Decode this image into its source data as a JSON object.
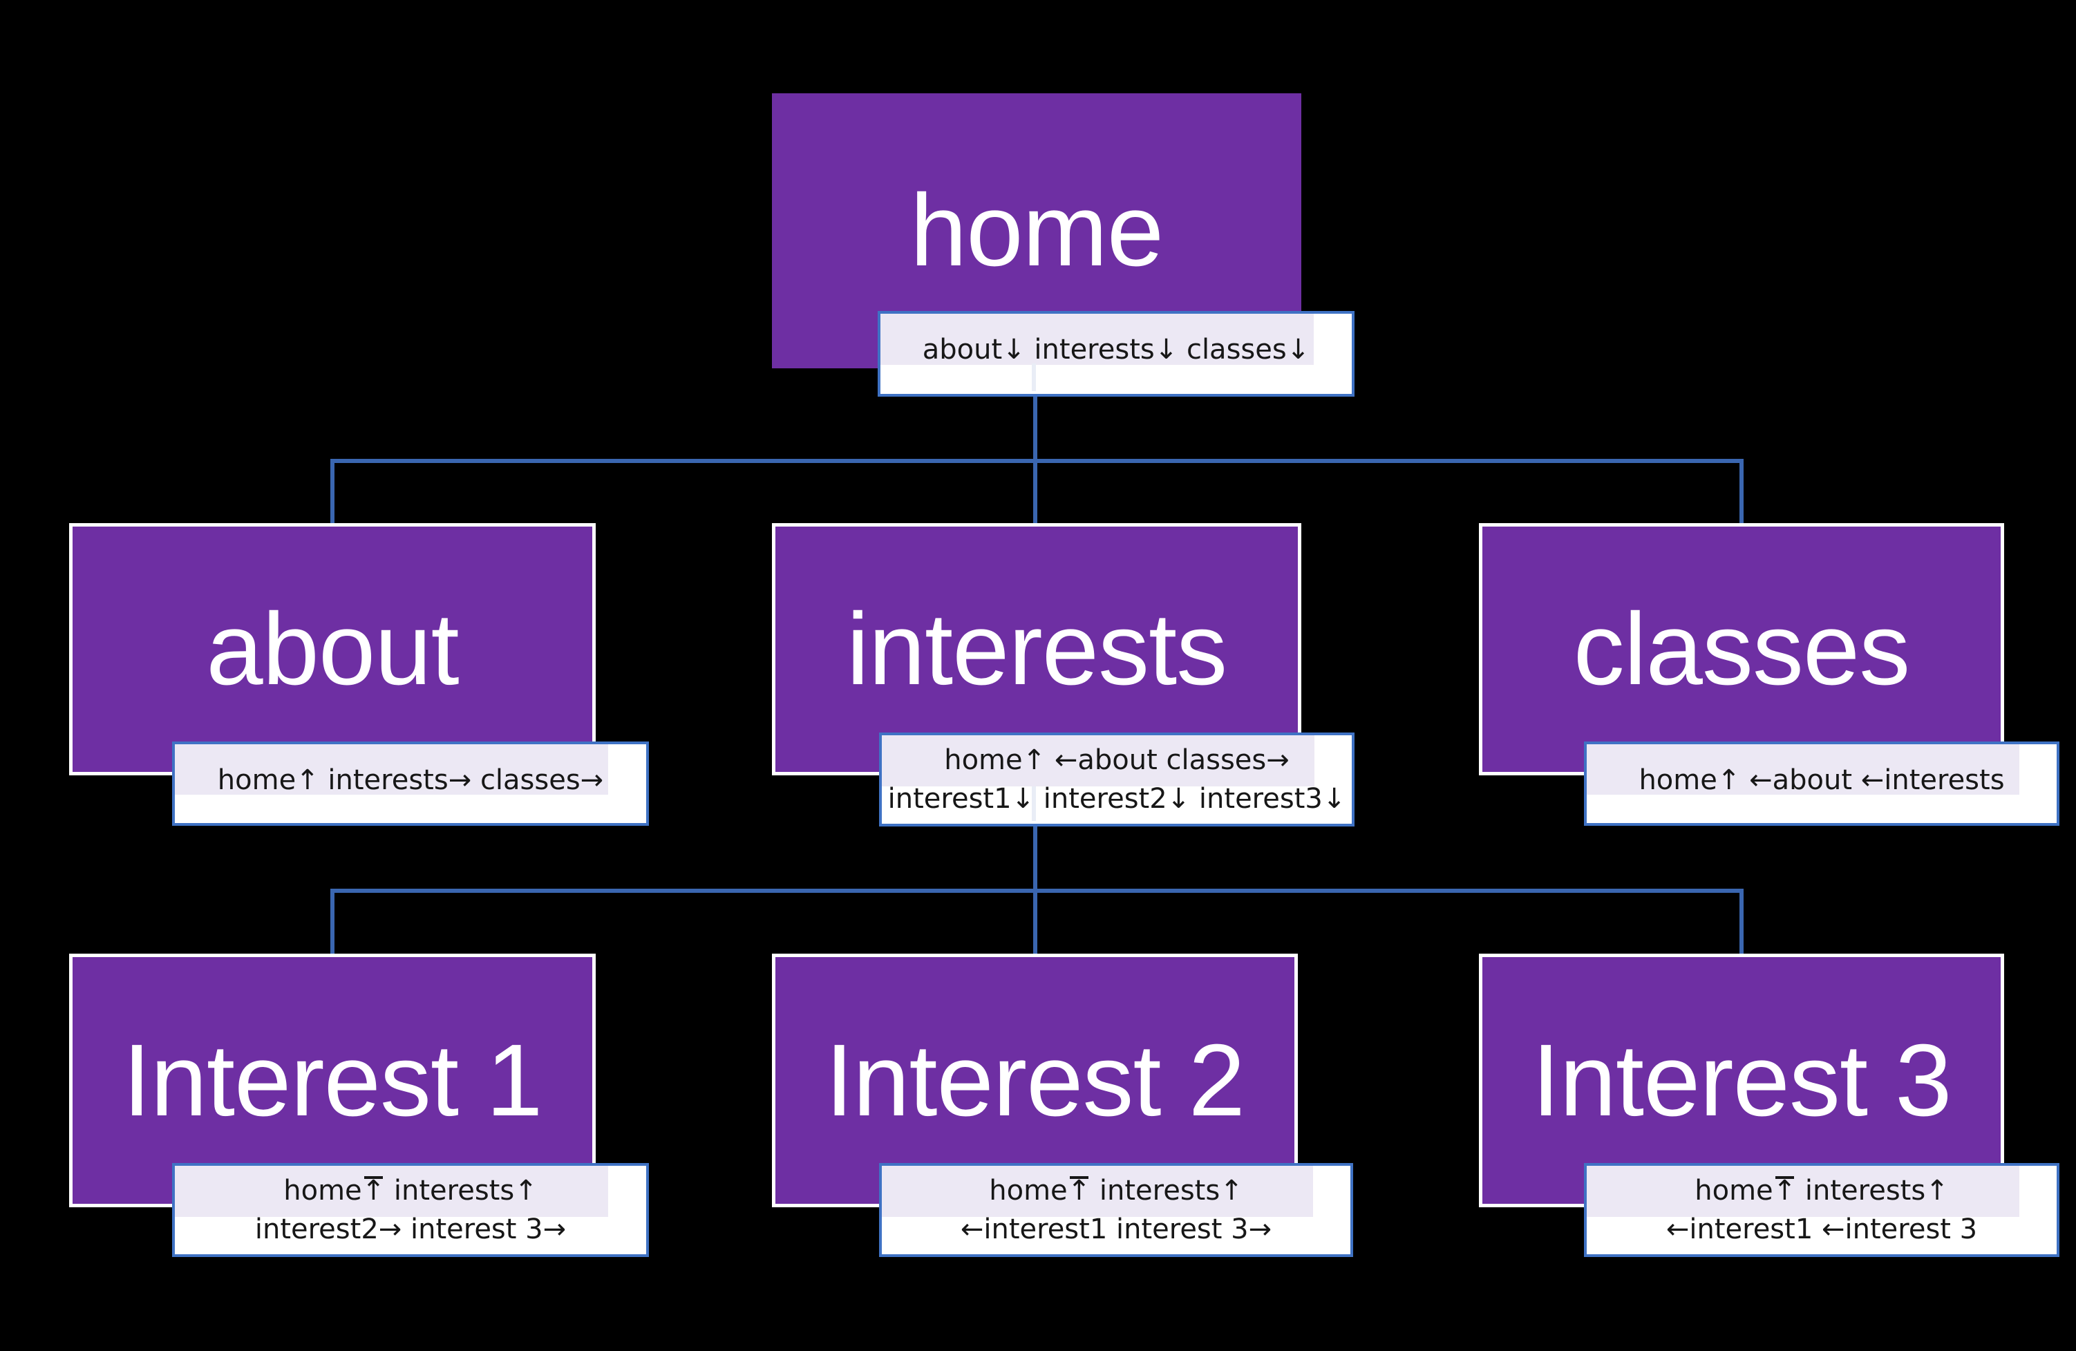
{
  "diagram_title": "website navigation sitemap",
  "colors": {
    "background": "#000000",
    "node_fill": "#6e2fa3",
    "node_border": "#ffffff",
    "node_text": "#ffffff",
    "label_fill": "#ffffff",
    "label_highlight": "#ece8f4",
    "label_border": "#3f72c4",
    "label_text": "#171717",
    "connector": "#3a66b0"
  },
  "nodes": {
    "home": {
      "title": "home",
      "line1": "about↓ interests↓ classes↓"
    },
    "about": {
      "title": "about",
      "line1": "home↑ interests→ classes→"
    },
    "interests": {
      "title": "interests",
      "line1": "home↑ ←about classes→",
      "line2": "interest1↓ interest2↓ interest3↓"
    },
    "classes": {
      "title": "classes",
      "line1": "home↑ ←about ←interests"
    },
    "interest1": {
      "title": "Interest 1",
      "line1": "home⤒ interests↑",
      "line2": "interest2→ interest 3→"
    },
    "interest2": {
      "title": "Interest 2",
      "line1": "home⤒ interests↑",
      "line2": "←interest1 interest 3→"
    },
    "interest3": {
      "title": "Interest 3",
      "line1": "home⤒ interests↑",
      "line2": "←interest1 ←interest 3"
    }
  },
  "hierarchy": {
    "home": [
      "about",
      "interests",
      "classes"
    ],
    "interests": [
      "interest1",
      "interest2",
      "interest3"
    ]
  }
}
